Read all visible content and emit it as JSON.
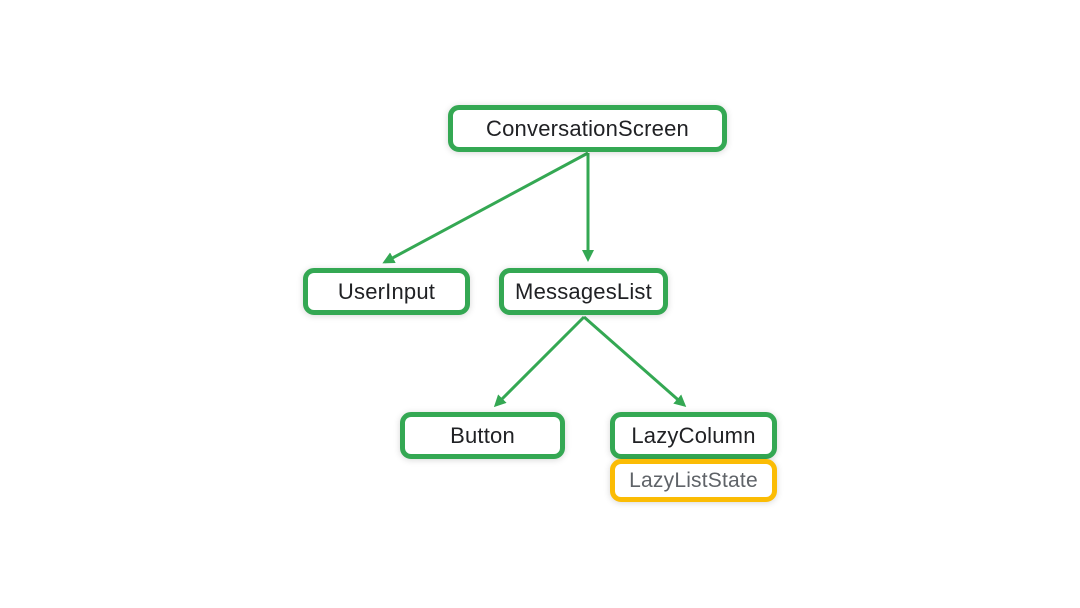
{
  "diagram": {
    "background": "#ffffff",
    "colors": {
      "composable_border": "#34A853",
      "state_border": "#FBBC04",
      "arrow": "#34A853",
      "label_dark": "#202124",
      "label_gray": "#5F6368"
    },
    "nodes": [
      {
        "id": "conversation-screen",
        "label": "ConversationScreen",
        "border": "green",
        "text": "dark"
      },
      {
        "id": "user-input",
        "label": "UserInput",
        "border": "green",
        "text": "dark"
      },
      {
        "id": "messages-list",
        "label": "MessagesList",
        "border": "green",
        "text": "dark"
      },
      {
        "id": "button",
        "label": "Button",
        "border": "green",
        "text": "dark"
      },
      {
        "id": "lazy-column",
        "label": "LazyColumn",
        "border": "green",
        "text": "dark"
      },
      {
        "id": "lazy-list-state",
        "label": "LazyListState",
        "border": "yellow",
        "text": "gray"
      }
    ],
    "edges": [
      {
        "from": "conversation-screen",
        "to": "user-input"
      },
      {
        "from": "conversation-screen",
        "to": "messages-list"
      },
      {
        "from": "messages-list",
        "to": "button"
      },
      {
        "from": "messages-list",
        "to": "lazy-column"
      }
    ]
  }
}
